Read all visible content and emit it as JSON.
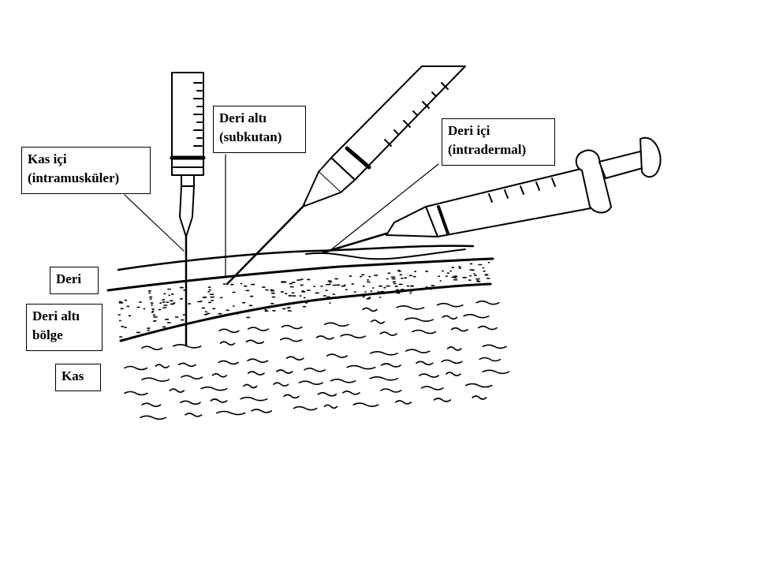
{
  "labels": {
    "intramuscular": "Kas içi\n(intramusküler)",
    "subcutaneous": "Deri altı\n(subkutan)",
    "intradermal": "Deri içi\n(intradermal)",
    "skin": "Deri",
    "subcutaneous_region": "Deri altı\nbölge",
    "muscle": "Kas"
  },
  "colors": {
    "ink": "#000000",
    "paper": "#ffffff"
  }
}
